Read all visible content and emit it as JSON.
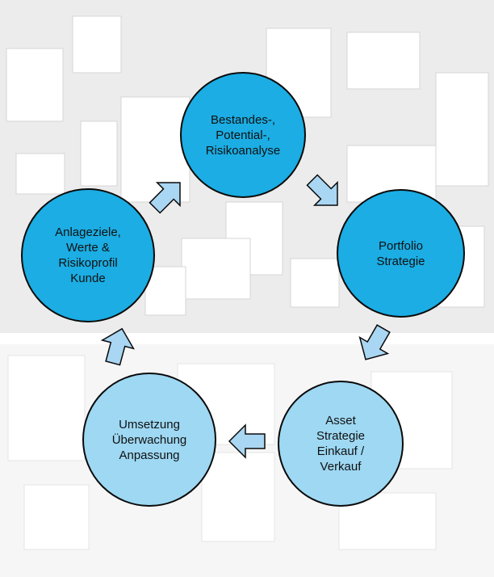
{
  "colors": {
    "primary_circle": "#1BADE3",
    "secondary_circle": "#9ED8F3",
    "arrow_fill": "#A9D6F2",
    "outline": "#0A0A0A",
    "text": "#111111"
  },
  "nodes": [
    {
      "id": "analysis",
      "label": "Bestandes-,\nPotential-,\nRisikoanalyse",
      "style": "primary"
    },
    {
      "id": "portfolio",
      "label": "Portfolio\nStrategie",
      "style": "primary"
    },
    {
      "id": "asset",
      "label": "Asset\nStrategie\nEinkauf /\nVerkauf",
      "style": "secondary"
    },
    {
      "id": "execution",
      "label": "Umsetzung\nÜberwachung\nAnpassung",
      "style": "secondary"
    },
    {
      "id": "goals",
      "label": "Anlageziele,\nWerte &\nRisikoprofil\nKunde",
      "style": "primary"
    }
  ],
  "edges": [
    {
      "from": "goals",
      "to": "analysis"
    },
    {
      "from": "analysis",
      "to": "portfolio"
    },
    {
      "from": "portfolio",
      "to": "asset"
    },
    {
      "from": "asset",
      "to": "execution"
    },
    {
      "from": "execution",
      "to": "goals"
    }
  ]
}
